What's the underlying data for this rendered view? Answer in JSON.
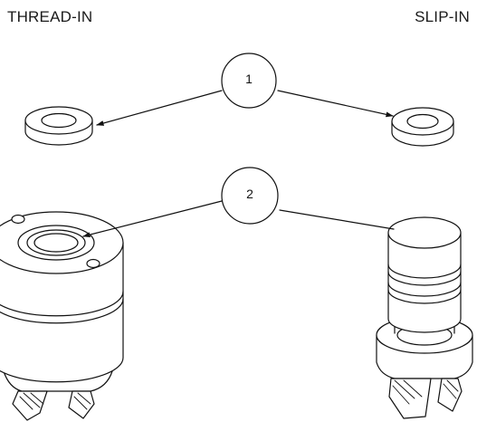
{
  "labels": {
    "left": "THREAD-IN",
    "right": "SLIP-IN"
  },
  "callouts": [
    {
      "number": "1"
    },
    {
      "number": "2"
    }
  ],
  "colors": {
    "line": "#111111",
    "fill": "#ffffff",
    "hatch": "#222222"
  }
}
